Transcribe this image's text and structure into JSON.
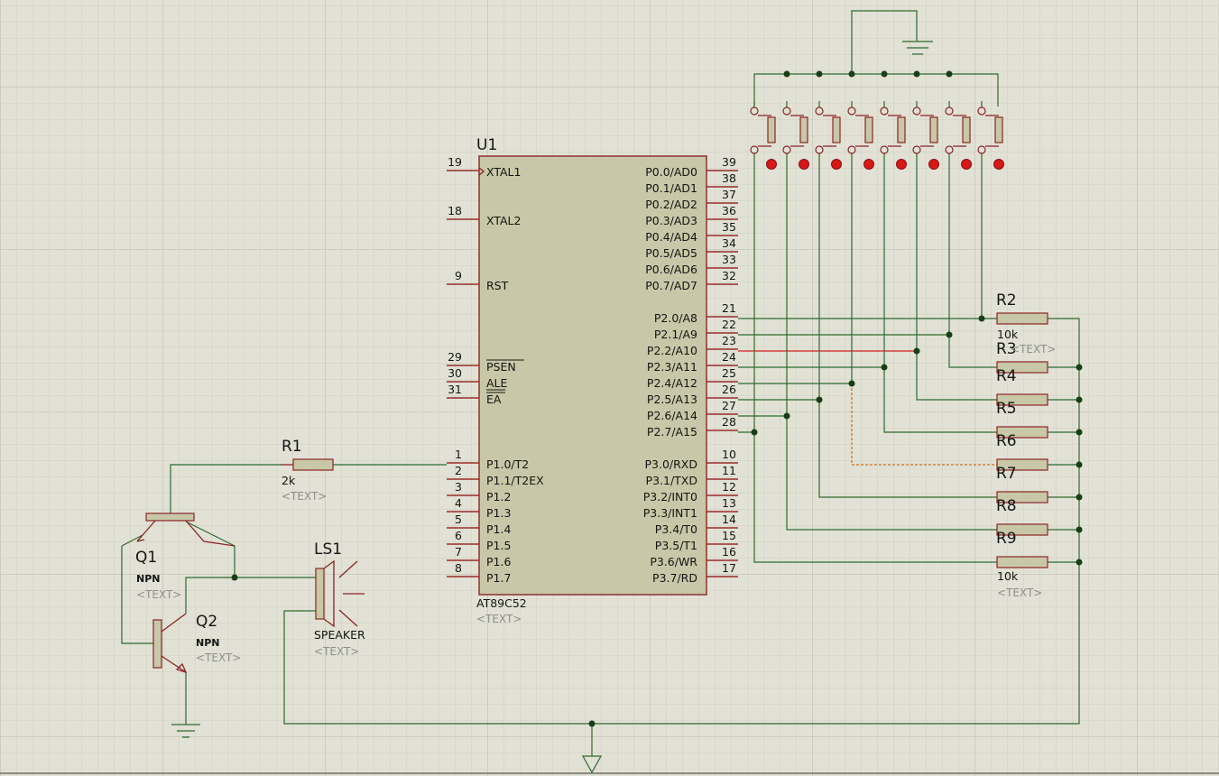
{
  "mcu": {
    "ref": "U1",
    "part": "AT89C52",
    "text": "<TEXT>",
    "left_pins": [
      {
        "num": "19",
        "name": "XTAL1"
      },
      {
        "num": "18",
        "name": "XTAL2"
      },
      {
        "num": "9",
        "name": "RST"
      },
      {
        "num": "29",
        "name": "PSEN"
      },
      {
        "num": "30",
        "name": "ALE"
      },
      {
        "num": "31",
        "name": "EA"
      },
      {
        "num": "1",
        "name": "P1.0/T2"
      },
      {
        "num": "2",
        "name": "P1.1/T2EX"
      },
      {
        "num": "3",
        "name": "P1.2"
      },
      {
        "num": "4",
        "name": "P1.3"
      },
      {
        "num": "5",
        "name": "P1.4"
      },
      {
        "num": "6",
        "name": "P1.5"
      },
      {
        "num": "7",
        "name": "P1.6"
      },
      {
        "num": "8",
        "name": "P1.7"
      }
    ],
    "right_pins": [
      {
        "num": "39",
        "name": "P0.0/AD0"
      },
      {
        "num": "38",
        "name": "P0.1/AD1"
      },
      {
        "num": "37",
        "name": "P0.2/AD2"
      },
      {
        "num": "36",
        "name": "P0.3/AD3"
      },
      {
        "num": "35",
        "name": "P0.4/AD4"
      },
      {
        "num": "34",
        "name": "P0.5/AD5"
      },
      {
        "num": "33",
        "name": "P0.6/AD6"
      },
      {
        "num": "32",
        "name": "P0.7/AD7"
      },
      {
        "num": "21",
        "name": "P2.0/A8"
      },
      {
        "num": "22",
        "name": "P2.1/A9"
      },
      {
        "num": "23",
        "name": "P2.2/A10"
      },
      {
        "num": "24",
        "name": "P2.3/A11"
      },
      {
        "num": "25",
        "name": "P2.4/A12"
      },
      {
        "num": "26",
        "name": "P2.5/A13"
      },
      {
        "num": "27",
        "name": "P2.6/A14"
      },
      {
        "num": "28",
        "name": "P2.7/A15"
      },
      {
        "num": "10",
        "name": "P3.0/RXD"
      },
      {
        "num": "11",
        "name": "P3.1/TXD"
      },
      {
        "num": "12",
        "name": "P3.2/INT0"
      },
      {
        "num": "13",
        "name": "P3.3/INT1"
      },
      {
        "num": "14",
        "name": "P3.4/T0"
      },
      {
        "num": "15",
        "name": "P3.5/T1"
      },
      {
        "num": "16",
        "name": "P3.6/WR"
      },
      {
        "num": "17",
        "name": "P3.7/RD"
      }
    ]
  },
  "r1": {
    "ref": "R1",
    "value": "2k",
    "text": "<TEXT>"
  },
  "q1": {
    "ref": "Q1",
    "type": "NPN",
    "text": "<TEXT>"
  },
  "q2": {
    "ref": "Q2",
    "type": "NPN",
    "text": "<TEXT>"
  },
  "ls1": {
    "ref": "LS1",
    "type": "SPEAKER",
    "text": "<TEXT>"
  },
  "resistor_bank": {
    "r2": {
      "ref": "R2",
      "value": "10k"
    },
    "r3": {
      "ref": "R3",
      "text": "<TEXT>"
    },
    "labels": [
      "R4",
      "R5",
      "R6",
      "R7",
      "R8",
      "R9"
    ],
    "last_value": "10k",
    "last_text": "<TEXT>",
    "buttons": 8
  }
}
